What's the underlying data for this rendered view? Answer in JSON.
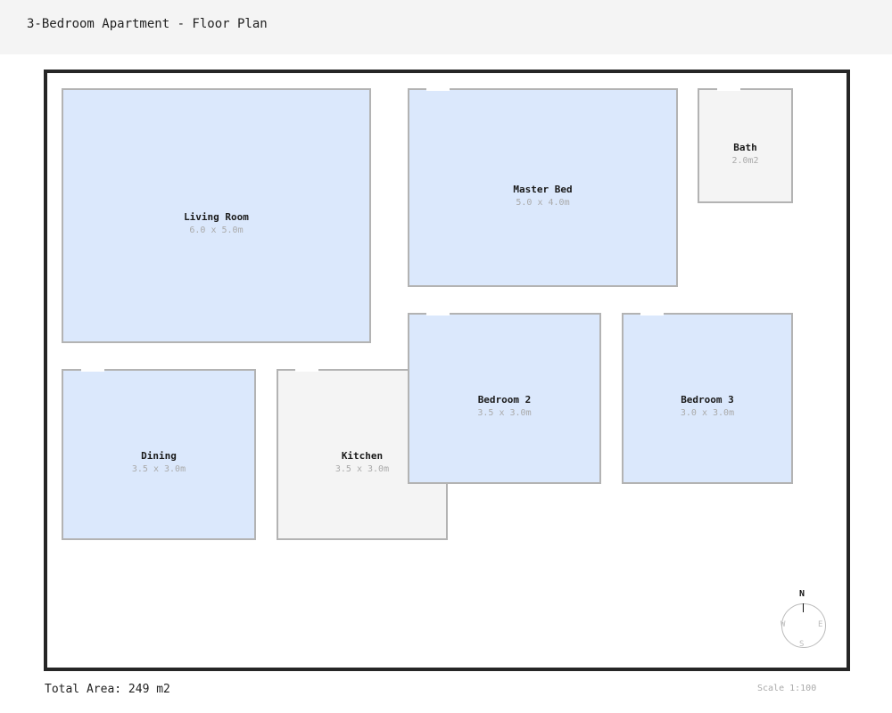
{
  "title": "3-Bedroom Apartment - Floor Plan",
  "rooms": [
    {
      "name": "Living Room",
      "size": "6.0 x 5.0m",
      "type": "living"
    },
    {
      "name": "Master Bed",
      "size": "5.0 x 4.0m",
      "type": "bedroom"
    },
    {
      "name": "Bath",
      "size": "2.0m2",
      "type": "wet"
    },
    {
      "name": "Bedroom 2",
      "size": "3.5 x 3.0m",
      "type": "bedroom"
    },
    {
      "name": "Bedroom 3",
      "size": "3.0 x 3.0m",
      "type": "bedroom"
    },
    {
      "name": "Dining",
      "size": "3.5 x 3.0m",
      "type": "living"
    },
    {
      "name": "Kitchen",
      "size": "3.5 x 3.0m",
      "type": "wet"
    }
  ],
  "compass": {
    "n": "N",
    "e": "E",
    "s": "S",
    "w": "W"
  },
  "footer": {
    "total_area": "Total Area: 249 m2",
    "scale": "Scale 1:100"
  }
}
